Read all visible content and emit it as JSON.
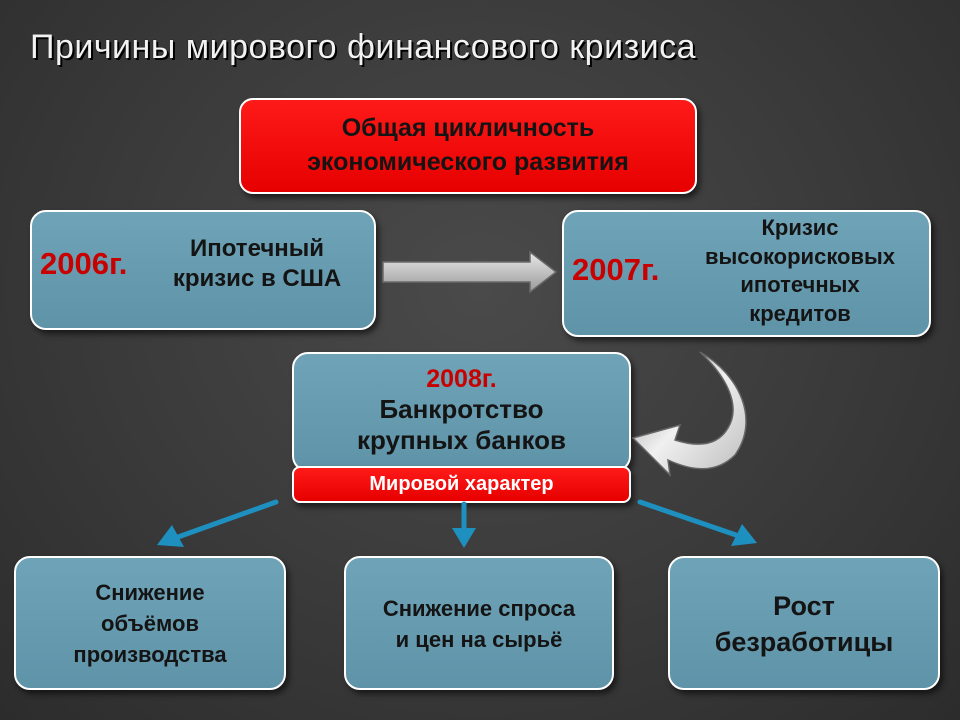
{
  "title": "Причины мирового финансового кризиса",
  "top_box": {
    "line1": "Общая цикличность",
    "line2": "экономического развития"
  },
  "box_2006": {
    "year": "2006г.",
    "line1": "Ипотечный",
    "line2": "кризис в США"
  },
  "box_2007": {
    "year": "2007г.",
    "line1": "Кризис",
    "line2": "высокорисковых",
    "line3": "ипотечных",
    "line4": "кредитов"
  },
  "box_2008": {
    "year": "2008г.",
    "line1": "Банкротство",
    "line2": "крупных банков"
  },
  "world_label": "Мировой характер",
  "consequences": [
    {
      "line1": "Снижение",
      "line2": "объёмов",
      "line3": "производства"
    },
    {
      "line1": "Снижение спроса",
      "line2": "и цен на сырьё"
    },
    {
      "line1": "Рост",
      "line2": "безработицы"
    }
  ],
  "colors": {
    "box": "#6fa3b7",
    "red": "#e60000",
    "year": "#c80000",
    "arrow": "#1e90c0"
  }
}
